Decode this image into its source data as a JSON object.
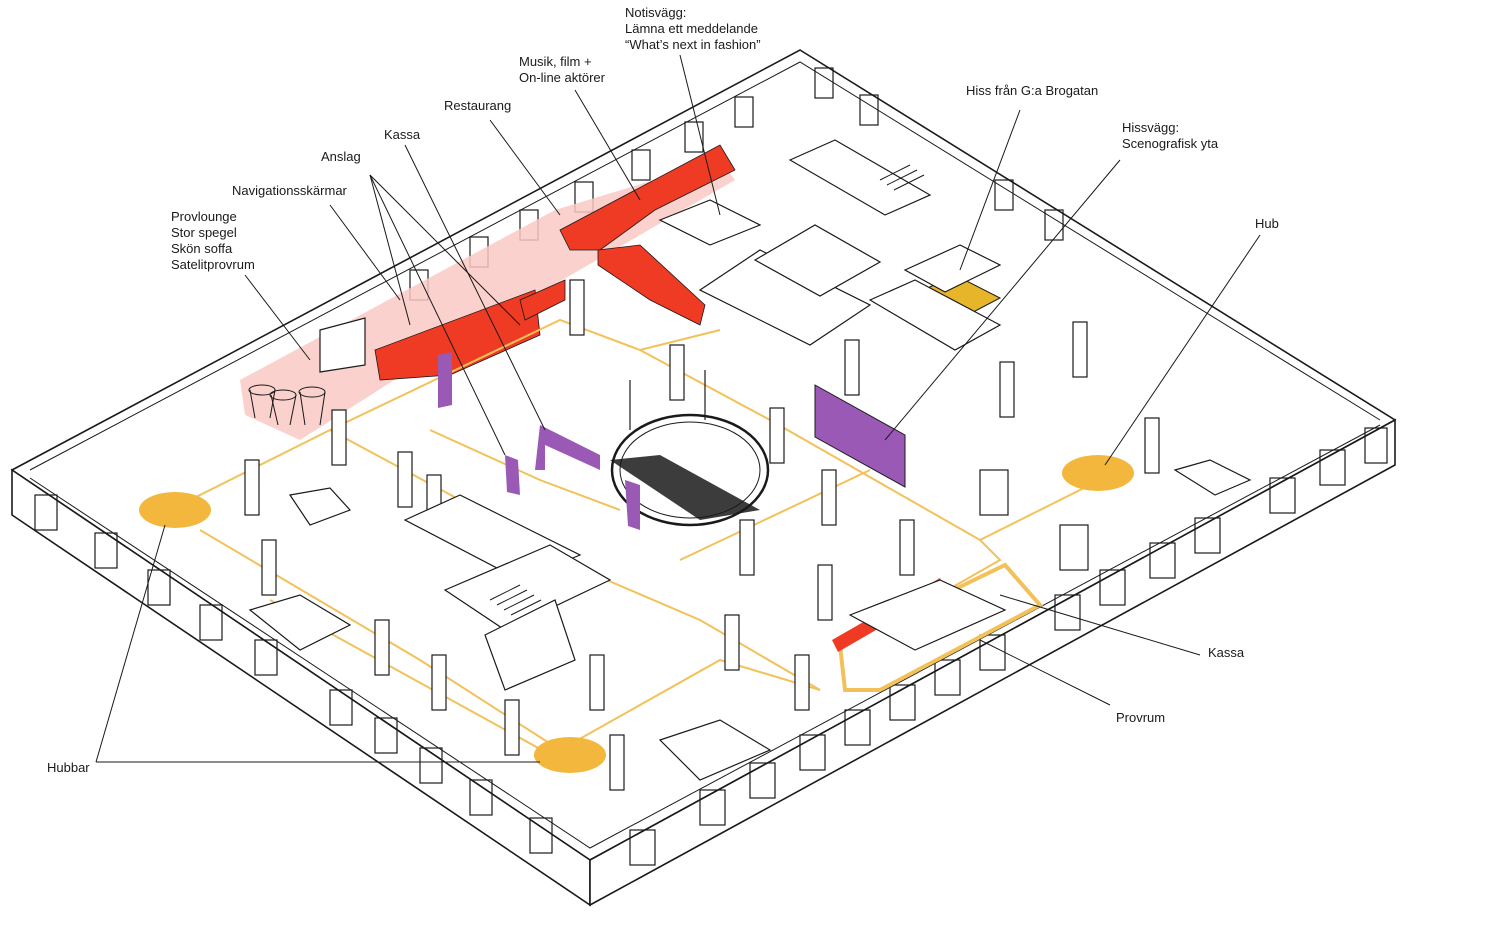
{
  "colors": {
    "outline": "#1a1a1a",
    "orange_zone": "#ef3b24",
    "pink_zone": "#f9c9c4",
    "purple_wall": "#9b59b6",
    "yellow_elevator": "#e7b52a",
    "hub": "#f2b73c",
    "path": "#f3c15a"
  },
  "labels": {
    "notis": [
      "Notisvägg:",
      "Lämna ett meddelande",
      "“What’s next in fashion”"
    ],
    "musik": [
      "Musik, film +",
      "On-line aktörer"
    ],
    "restaurang": [
      "Restaurang"
    ],
    "kassa_top": [
      "Kassa"
    ],
    "anslag": [
      "Anslag"
    ],
    "navigation": [
      "Navigationsskärmar"
    ],
    "provlounge": [
      "Provlounge",
      "Stor spegel",
      "Skön soffa",
      "Satelitprovrum"
    ],
    "hiss": [
      "Hiss från G:a Brogatan"
    ],
    "hissvagg": [
      "Hissvägg:",
      "Scenografisk yta"
    ],
    "hub": [
      "Hub"
    ],
    "kassa_right": [
      "Kassa"
    ],
    "provrum": [
      "Provrum"
    ],
    "hubbar": [
      "Hubbar"
    ]
  }
}
